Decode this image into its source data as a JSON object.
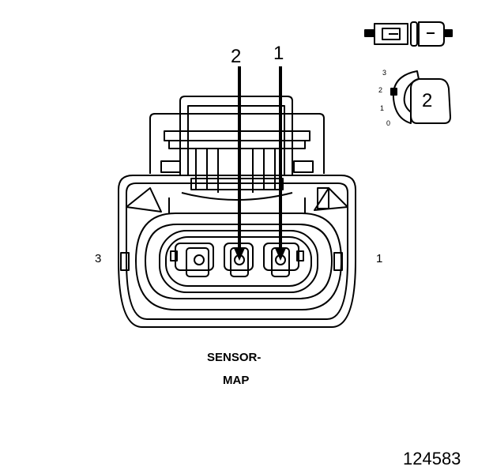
{
  "callouts": {
    "left": "2",
    "right": "1"
  },
  "pins": {
    "left": "3",
    "right": "1"
  },
  "caption": {
    "line1": "SENSOR-",
    "line2": "MAP"
  },
  "figure_number": "124583",
  "inset": {
    "scale_labels": [
      "3",
      "2",
      "1",
      "0"
    ],
    "position_marker": "2"
  }
}
